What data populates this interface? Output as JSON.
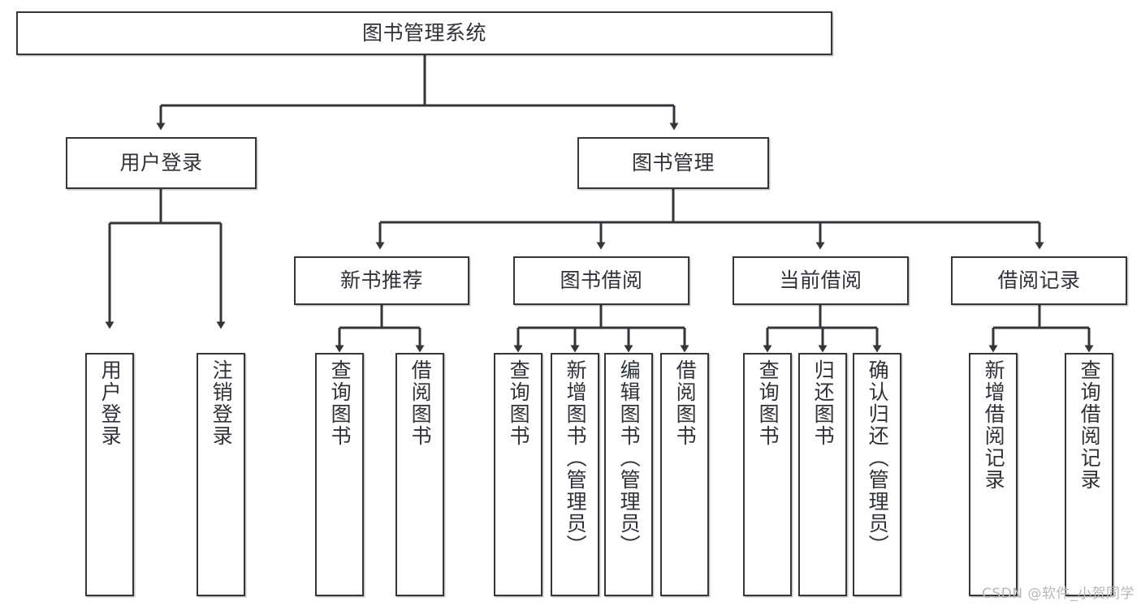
{
  "diagram": {
    "type": "hierarchy-tree",
    "title": "图书管理系统",
    "root": {
      "label": "图书管理系统"
    },
    "level1": [
      {
        "label": "用户登录"
      },
      {
        "label": "图书管理"
      }
    ],
    "level2": [
      {
        "label": "新书推荐",
        "parent": "图书管理"
      },
      {
        "label": "图书借阅",
        "parent": "图书管理"
      },
      {
        "label": "当前借阅",
        "parent": "图书管理"
      },
      {
        "label": "借阅记录",
        "parent": "图书管理"
      }
    ],
    "leaves": {
      "user_login": [
        {
          "label": "用户登录"
        },
        {
          "label": "注销登录"
        }
      ],
      "new_book_recommend": [
        {
          "label": "查询图书"
        },
        {
          "label": "借阅图书"
        }
      ],
      "book_borrow": [
        {
          "label": "查询图书"
        },
        {
          "label": "新增图书（管理员）"
        },
        {
          "label": "编辑图书（管理员）"
        },
        {
          "label": "借阅图书"
        }
      ],
      "current_borrow": [
        {
          "label": "查询图书"
        },
        {
          "label": "归还图书"
        },
        {
          "label": "确认归还（管理员）"
        }
      ],
      "borrow_record": [
        {
          "label": "新增借阅记录"
        },
        {
          "label": "查询借阅记录"
        }
      ]
    }
  },
  "watermark": {
    "text": "CSDN @软件_小贺同学"
  },
  "colors": {
    "stroke": "#33363b",
    "background": "#ffffff",
    "text": "#2f3237",
    "watermark": "#b7b7b7"
  }
}
